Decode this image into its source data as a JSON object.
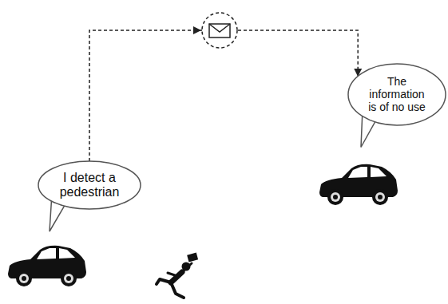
{
  "diagram": {
    "nodes": [
      {
        "text": [
          "I detect a pedestrian"
        ]
      },
      {
        "text": [
          "The information is of no use"
        ]
      }
    ],
    "edges": [
      {
        "from": 0,
        "to": 1,
        "arrow": "to"
      }
    ]
  }
}
